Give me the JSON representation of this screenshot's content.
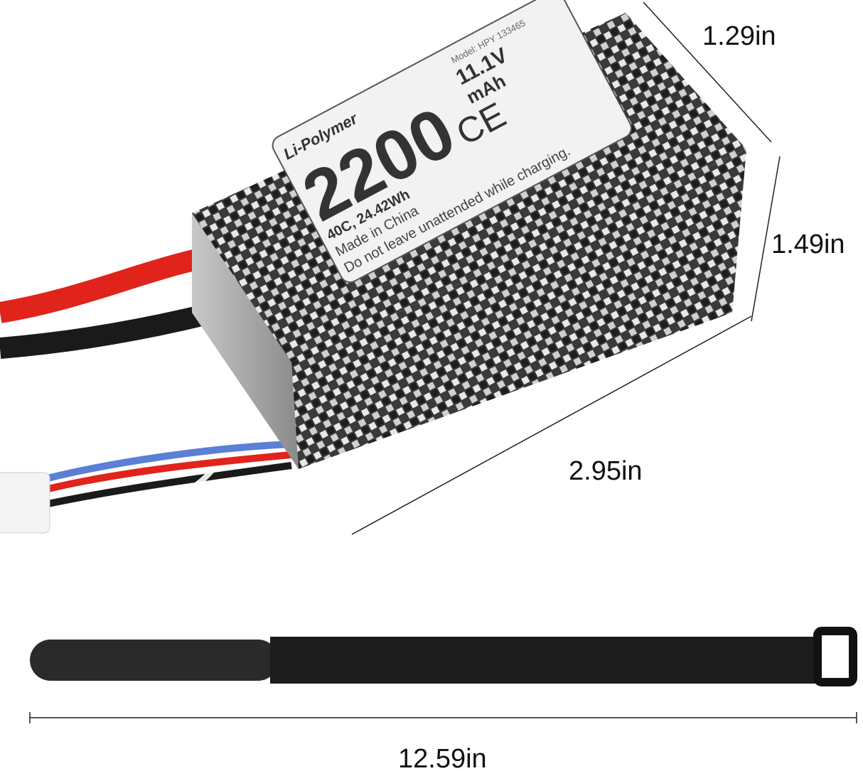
{
  "dimensions": {
    "width": "1.29in",
    "height": "1.49in",
    "length": "2.95in",
    "strap_length": "12.59in"
  },
  "battery_label": {
    "chemistry": "Li-Polymer",
    "capacity": "2200",
    "capacity_unit": "mAh",
    "voltage": "11.1V",
    "model": "Model: HPY 133465",
    "rating": "40C, 24.42Wh",
    "origin": "Made in China",
    "warning": "Do not leave unattended while charging.",
    "ce_mark": "CE"
  },
  "colors": {
    "red_wire": "#e0241b",
    "black_wire": "#1a1a1a",
    "blue_wire": "#5b7fd6",
    "strap": "#1c1c1c",
    "label_bg": "#f2f2f2"
  }
}
